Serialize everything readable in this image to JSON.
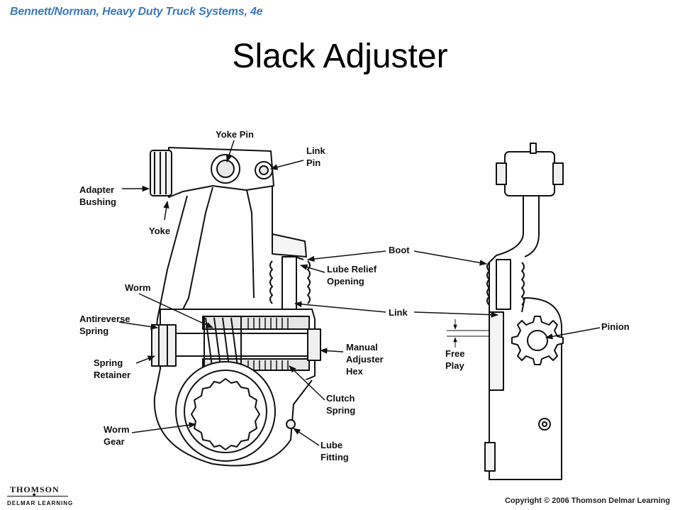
{
  "header": {
    "source": "Bennett/Norman, Heavy Duty Truck Systems, 4e"
  },
  "slide": {
    "title": "Slack Adjuster"
  },
  "labels": {
    "yoke_pin": "Yoke Pin",
    "link_pin_1": "Link",
    "link_pin_2": "Pin",
    "adapter_bushing_1": "Adapter",
    "adapter_bushing_2": "Bushing",
    "yoke": "Yoke",
    "boot": "Boot",
    "lube_relief_1": "Lube Relief",
    "lube_relief_2": "Opening",
    "worm": "Worm",
    "link": "Link",
    "antireverse_1": "Antireverse",
    "antireverse_2": "Spring",
    "spring_retainer_1": "Spring",
    "spring_retainer_2": "Retainer",
    "manual_adjuster_1": "Manual",
    "manual_adjuster_2": "Adjuster",
    "manual_adjuster_3": "Hex",
    "clutch_spring_1": "Clutch",
    "clutch_spring_2": "Spring",
    "worm_gear_1": "Worm",
    "worm_gear_2": "Gear",
    "lube_fitting_1": "Lube",
    "lube_fitting_2": "Fitting",
    "pinion": "Pinion",
    "free_play_1": "Free",
    "free_play_2": "Play"
  },
  "footer": {
    "publisher_line1": "THOMSON",
    "publisher_line2": "DELMAR LEARNING",
    "copyright": "Copyright © 2006 Thomson Delmar Learning"
  },
  "colors": {
    "header_text": "#3a78c2",
    "ink": "#111111"
  }
}
